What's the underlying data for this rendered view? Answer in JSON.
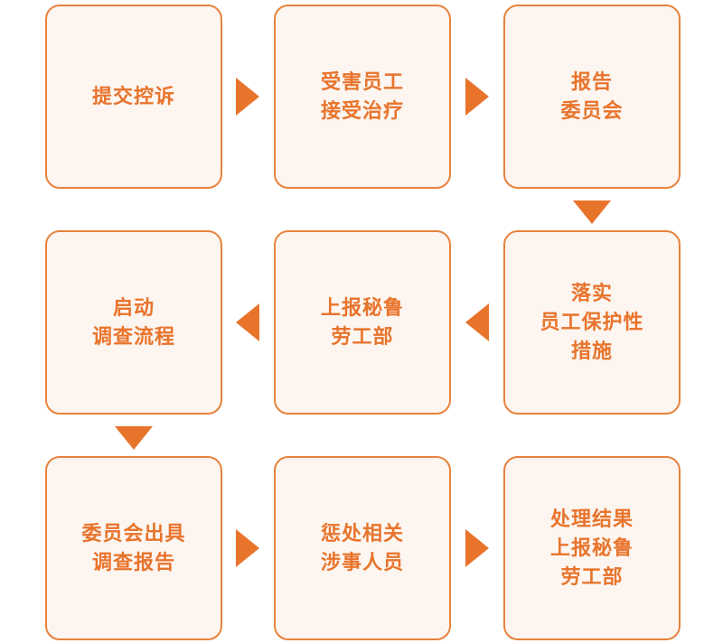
{
  "diagram": {
    "type": "flowchart",
    "title": "",
    "colors": {
      "node_fill": "#FDF5F0",
      "node_border": "#E8823C",
      "text": "#E8742C",
      "arrow": "#E8742C",
      "background": "#FFFFFF"
    },
    "nodes": [
      {
        "id": "n1",
        "row": 1,
        "col": 1,
        "label": "提交控诉"
      },
      {
        "id": "n2",
        "row": 1,
        "col": 2,
        "label": "受害员工\n接受治疗"
      },
      {
        "id": "n3",
        "row": 1,
        "col": 3,
        "label": "报告\n委员会"
      },
      {
        "id": "n4",
        "row": 2,
        "col": 3,
        "label": "落实\n员工保护性\n措施"
      },
      {
        "id": "n5",
        "row": 2,
        "col": 2,
        "label": "上报秘鲁\n劳工部"
      },
      {
        "id": "n6",
        "row": 2,
        "col": 1,
        "label": "启动\n调查流程"
      },
      {
        "id": "n7",
        "row": 3,
        "col": 1,
        "label": "委员会出具\n调查报告"
      },
      {
        "id": "n8",
        "row": 3,
        "col": 2,
        "label": "惩处相关\n涉事人员"
      },
      {
        "id": "n9",
        "row": 3,
        "col": 3,
        "label": "处理结果\n上报秘鲁\n劳工部"
      }
    ],
    "arrows": [
      {
        "id": "a1",
        "from": "n1",
        "to": "n2",
        "direction": "right",
        "icon": "arrow-right-icon"
      },
      {
        "id": "a2",
        "from": "n2",
        "to": "n3",
        "direction": "right",
        "icon": "arrow-right-icon"
      },
      {
        "id": "a3",
        "from": "n3",
        "to": "n4",
        "direction": "down",
        "icon": "arrow-down-icon"
      },
      {
        "id": "a4",
        "from": "n4",
        "to": "n5",
        "direction": "left",
        "icon": "arrow-left-icon"
      },
      {
        "id": "a5",
        "from": "n5",
        "to": "n6",
        "direction": "left",
        "icon": "arrow-left-icon"
      },
      {
        "id": "a6",
        "from": "n6",
        "to": "n7",
        "direction": "down",
        "icon": "arrow-down-icon"
      },
      {
        "id": "a7",
        "from": "n7",
        "to": "n8",
        "direction": "right",
        "icon": "arrow-right-icon"
      },
      {
        "id": "a8",
        "from": "n8",
        "to": "n9",
        "direction": "right",
        "icon": "arrow-right-icon"
      }
    ]
  }
}
